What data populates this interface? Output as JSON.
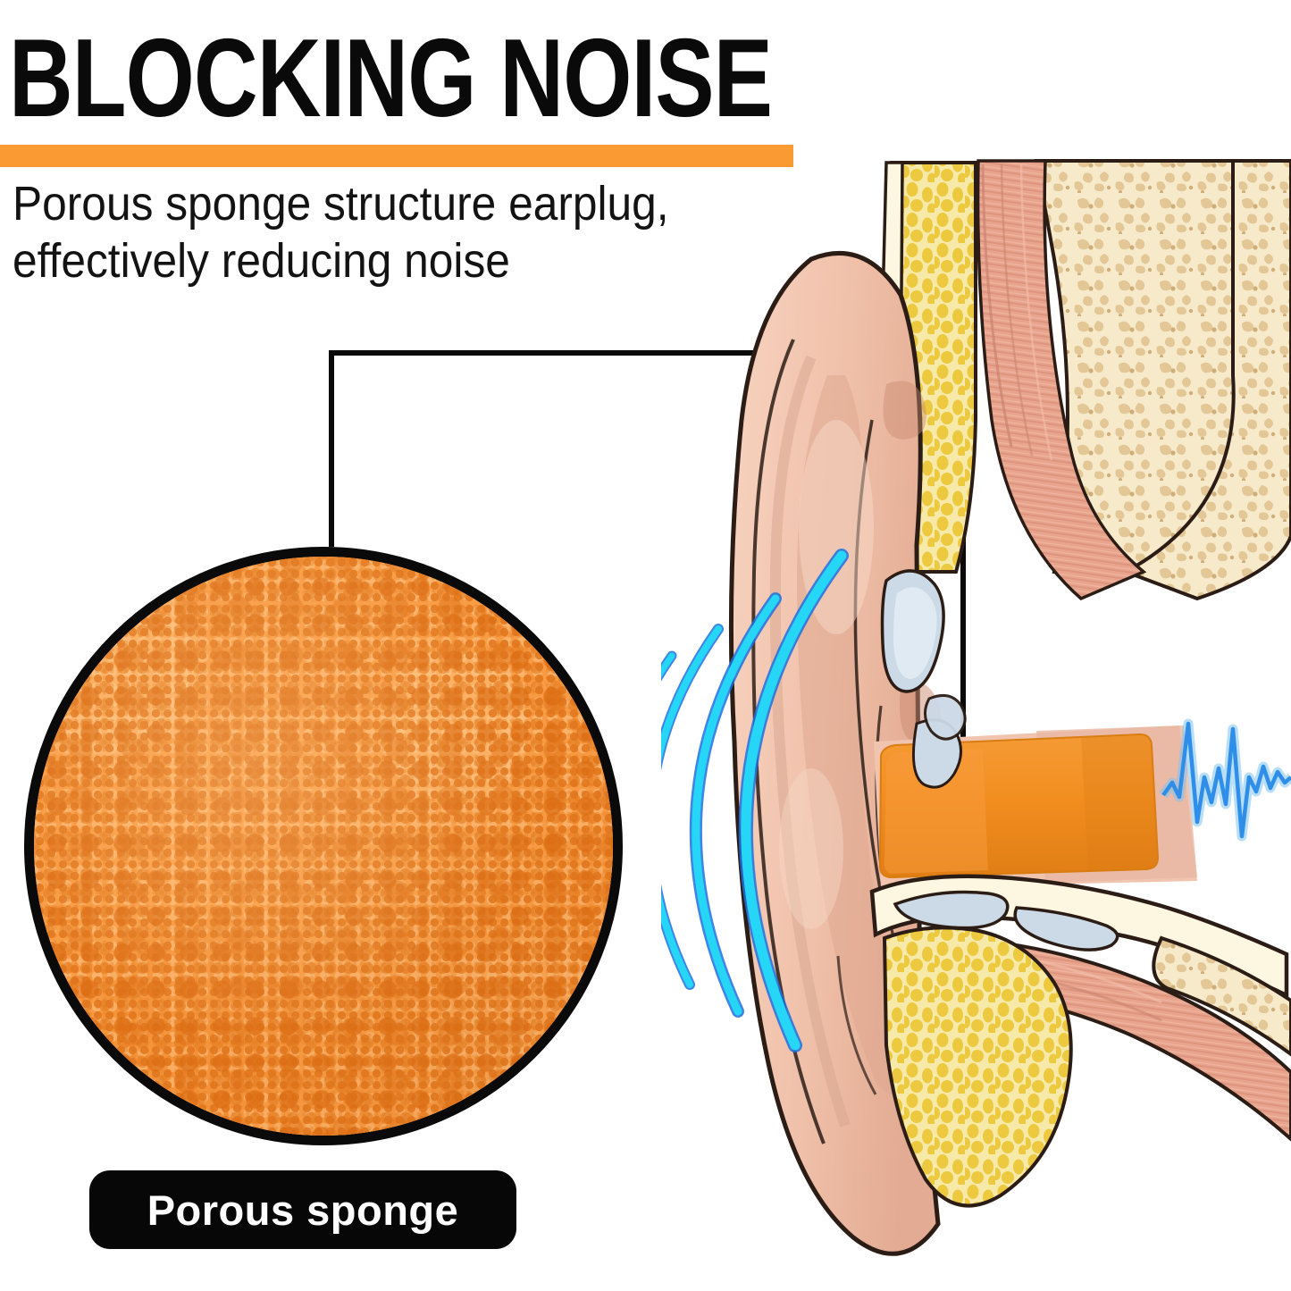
{
  "header": {
    "title": "BLOCKING NOISE",
    "accent_color": "#fa9a33",
    "subtitle": "Porous sponge structure earplug, effectively reducing noise"
  },
  "callout": {
    "circle_label": "Porous sponge",
    "circle_content": "porous-sponge-macro-photo",
    "leader_line_color": "#0a0a0a"
  },
  "illustration": {
    "name": "ear-anatomy-cross-section",
    "parts": [
      "outer-ear-pinna",
      "ear-canal",
      "orange-foam-earplug",
      "cartilage",
      "cancellous-bone",
      "muscle-fibers",
      "fatty-tissue"
    ],
    "sound_waves": {
      "name": "sound-wave-arcs",
      "count": 5,
      "color": "#25d6f7",
      "outline_color": "#1f6fe0"
    },
    "waveform": {
      "name": "attenuated-waveform",
      "color": "#2f8fe8"
    }
  },
  "colors": {
    "orange_accent": "#fa9a33",
    "earplug_orange": "#f08b20",
    "sponge_orange": "#f89b44",
    "skin_light": "#f6cfba",
    "skin_mid": "#e8b49e",
    "skin_shadow": "#c98b72",
    "cartilage_yellow": "#f0cf4e",
    "cartilage_yellow_light": "#faeaa8",
    "bone_beige": "#f5e6c6",
    "bone_speckle": "#e0c48e",
    "muscle_salmon": "#e39c86",
    "muscle_salmon_dark": "#cb8370",
    "cartilage_blue": "#cfdbe8",
    "outline": "#2b1d16",
    "black": "#0a0a0a",
    "white": "#ffffff"
  }
}
